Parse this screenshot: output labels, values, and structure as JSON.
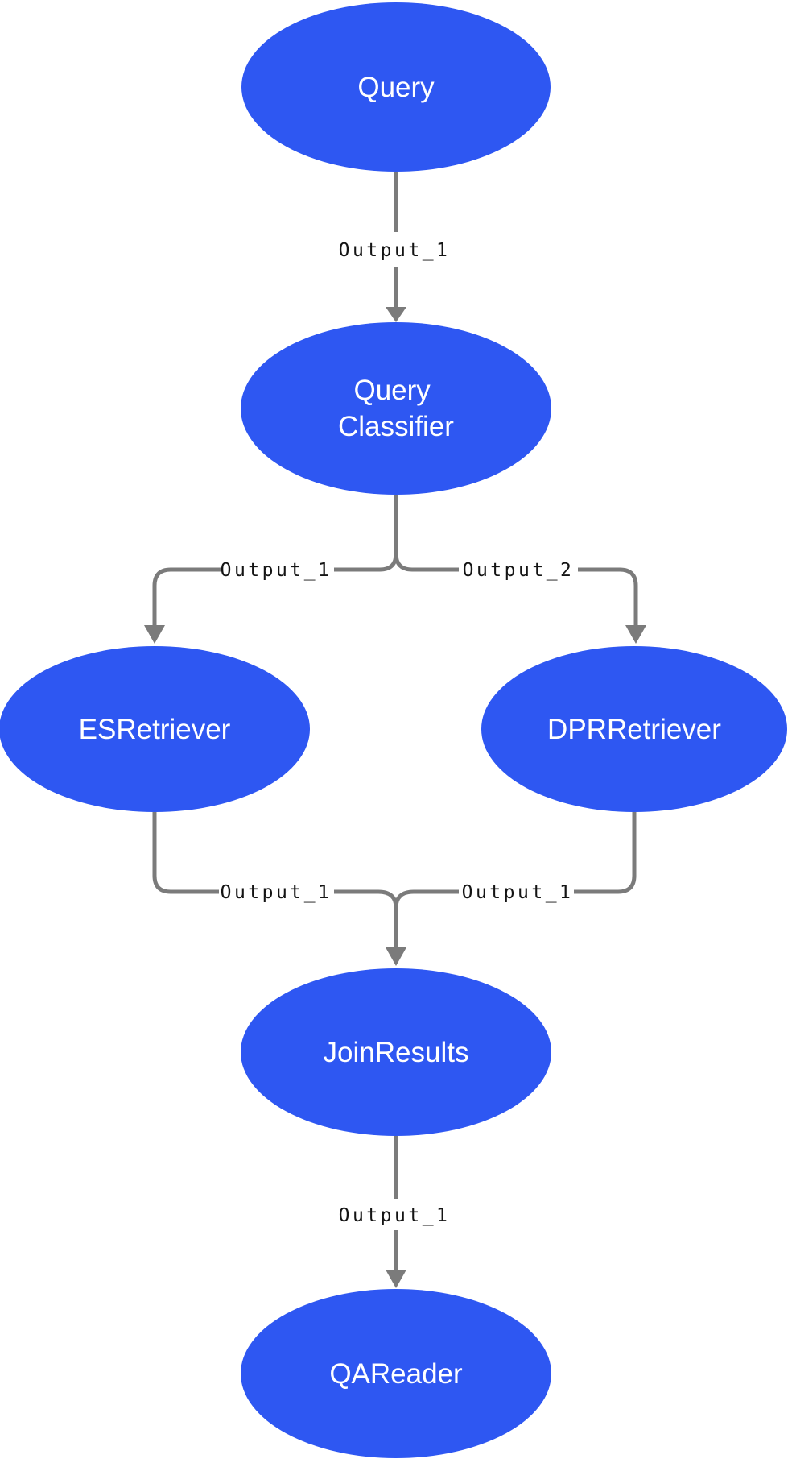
{
  "diagram": {
    "title": "query-pipeline-flowchart",
    "colors": {
      "node_fill": "#2e57f2",
      "node_text": "#ffffff",
      "edge_stroke": "#7b7b7b",
      "edge_label_text": "#141414",
      "background": "#ffffff"
    },
    "nodes": [
      {
        "id": "query",
        "label": "Query"
      },
      {
        "id": "query-classifier",
        "label": "Query Classifier",
        "lines": [
          "Query",
          "Classifier"
        ]
      },
      {
        "id": "es-retriever",
        "label": "ESRetriever"
      },
      {
        "id": "dpr-retriever",
        "label": "DPRRetriever"
      },
      {
        "id": "join-results",
        "label": "JoinResults"
      },
      {
        "id": "qa-reader",
        "label": "QAReader"
      }
    ],
    "edges": [
      {
        "from": "Query",
        "to": "Query Classifier",
        "label": "Output_1"
      },
      {
        "from": "Query Classifier",
        "to": "ESRetriever",
        "label": "Output_1"
      },
      {
        "from": "Query Classifier",
        "to": "DPRRetriever",
        "label": "Output_2"
      },
      {
        "from": "ESRetriever",
        "to": "JoinResults",
        "label": "Output_1"
      },
      {
        "from": "DPRRetriever",
        "to": "JoinResults",
        "label": "Output_1"
      },
      {
        "from": "JoinResults",
        "to": "QAReader",
        "label": "Output_1"
      }
    ]
  }
}
